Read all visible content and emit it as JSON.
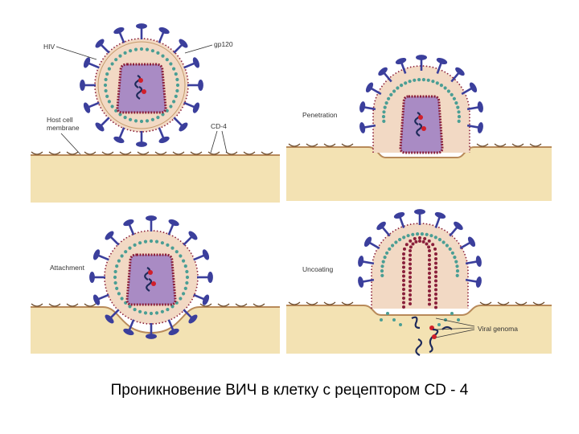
{
  "labels": {
    "hiv": "HIV",
    "gp120": "gp120",
    "host_cell_membrane_1": "Host cell",
    "host_cell_membrane_2": "membrane",
    "cd4": "CD-4",
    "penetration": "Penetration",
    "attachment": "Attachment",
    "uncoating": "Uncoating",
    "viral_genome": "Viral genoma"
  },
  "caption": "Проникновение ВИЧ в клетку с рецептором CD - 4",
  "colors": {
    "cell": "#f3e2b3",
    "membrane": "#b88a5a",
    "spike": "#3b3f9c",
    "virus_inner": "#f2d9c4",
    "teal_dot": "#4a9e94",
    "capsid_fill": "#a98bc4",
    "capsid_border": "#8a1f3a",
    "rna": "#1e2a5a",
    "rt_enzyme": "#d11f2a"
  },
  "icons": {
    "virus": "virion-icon",
    "capsid": "capsid-icon",
    "spike": "gp120-spike-icon"
  }
}
